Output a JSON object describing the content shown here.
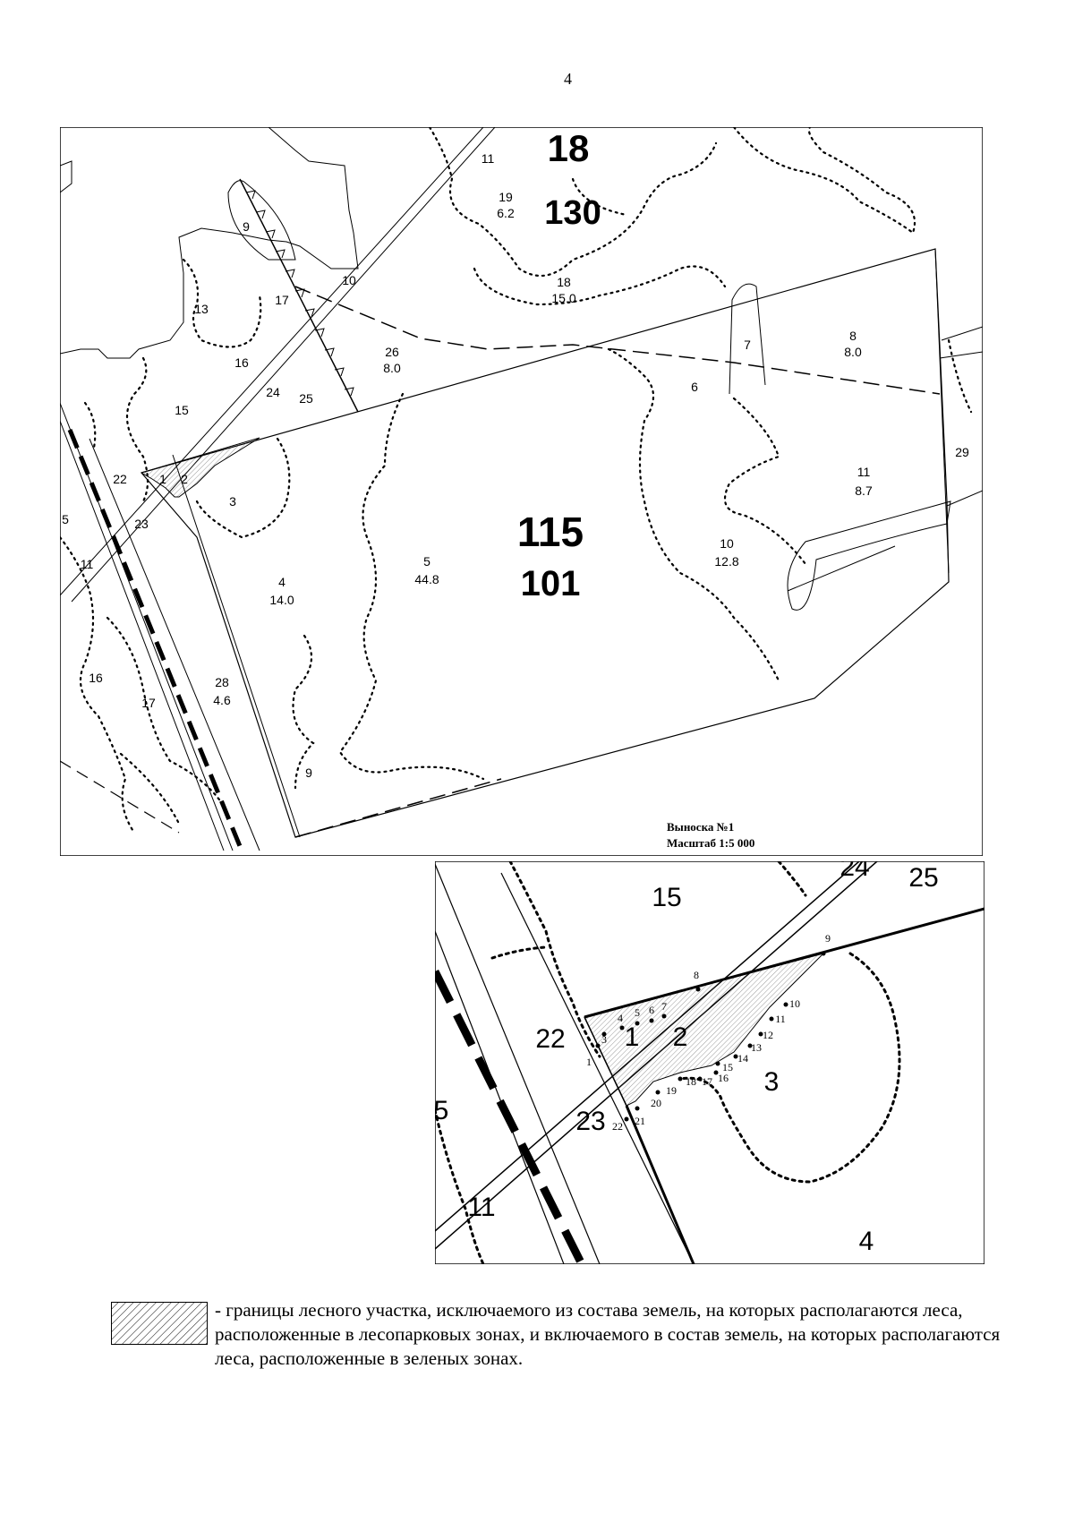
{
  "page": {
    "number": "4"
  },
  "main_map": {
    "block_number": "18",
    "block_number_secondary": "130",
    "block_center_top": "115",
    "block_center_bottom": "101",
    "callout_title": "Выноска №1",
    "callout_scale": "Масштаб 1:5 000",
    "plots": [
      {
        "num": "19",
        "area": "6.2"
      },
      {
        "num": "18",
        "area": "15.0"
      },
      {
        "num": "26",
        "area": "8.0"
      },
      {
        "num": "8",
        "area": "8.0"
      },
      {
        "num": "11",
        "area": "8.7"
      },
      {
        "num": "10",
        "area": "12.8"
      },
      {
        "num": "5",
        "area": "44.8"
      },
      {
        "num": "4",
        "area": "14.0"
      },
      {
        "num": "28",
        "area": "4.6"
      }
    ],
    "labels": [
      "11",
      "9",
      "10",
      "13",
      "17",
      "16",
      "24",
      "25",
      "15",
      "7",
      "6",
      "22",
      "1",
      "2",
      "3",
      "23",
      "5",
      "11",
      "29",
      "16",
      "17",
      "9"
    ]
  },
  "inset_map": {
    "plot_labels": [
      "24",
      "25",
      "15",
      "22",
      "1",
      "2",
      "3",
      "23",
      "5",
      "11",
      "4"
    ],
    "point_labels": [
      "1",
      "3",
      "4",
      "5",
      "6",
      "7",
      "8",
      "9",
      "10",
      "11",
      "12",
      "13",
      "14",
      "15",
      "16",
      "17",
      "18",
      "19",
      "20",
      "21",
      "22"
    ]
  },
  "legend": {
    "text": "- границы лесного участка, исключаемого из состава земель, на которых располагаются леса, расположенные в лесопарковых зонах, и включаемого в состав земель, на которых располагаются леса, расположенные в зеленых зонах."
  }
}
